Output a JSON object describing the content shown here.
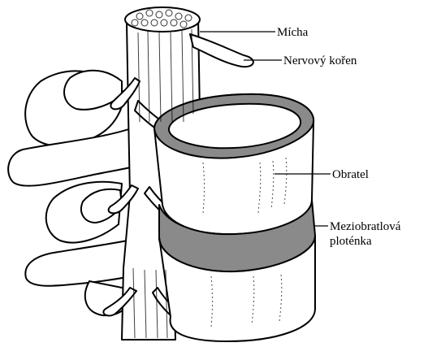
{
  "labels": {
    "spinal_cord": "Mícha",
    "nerve_root": "Nervový kořen",
    "vertebra": "Obratel",
    "disc_line1": "Meziobratlová",
    "disc_line2": "ploténka"
  },
  "colors": {
    "outline": "#000000",
    "fill": "#ffffff",
    "disc": "#8a8a8a"
  }
}
